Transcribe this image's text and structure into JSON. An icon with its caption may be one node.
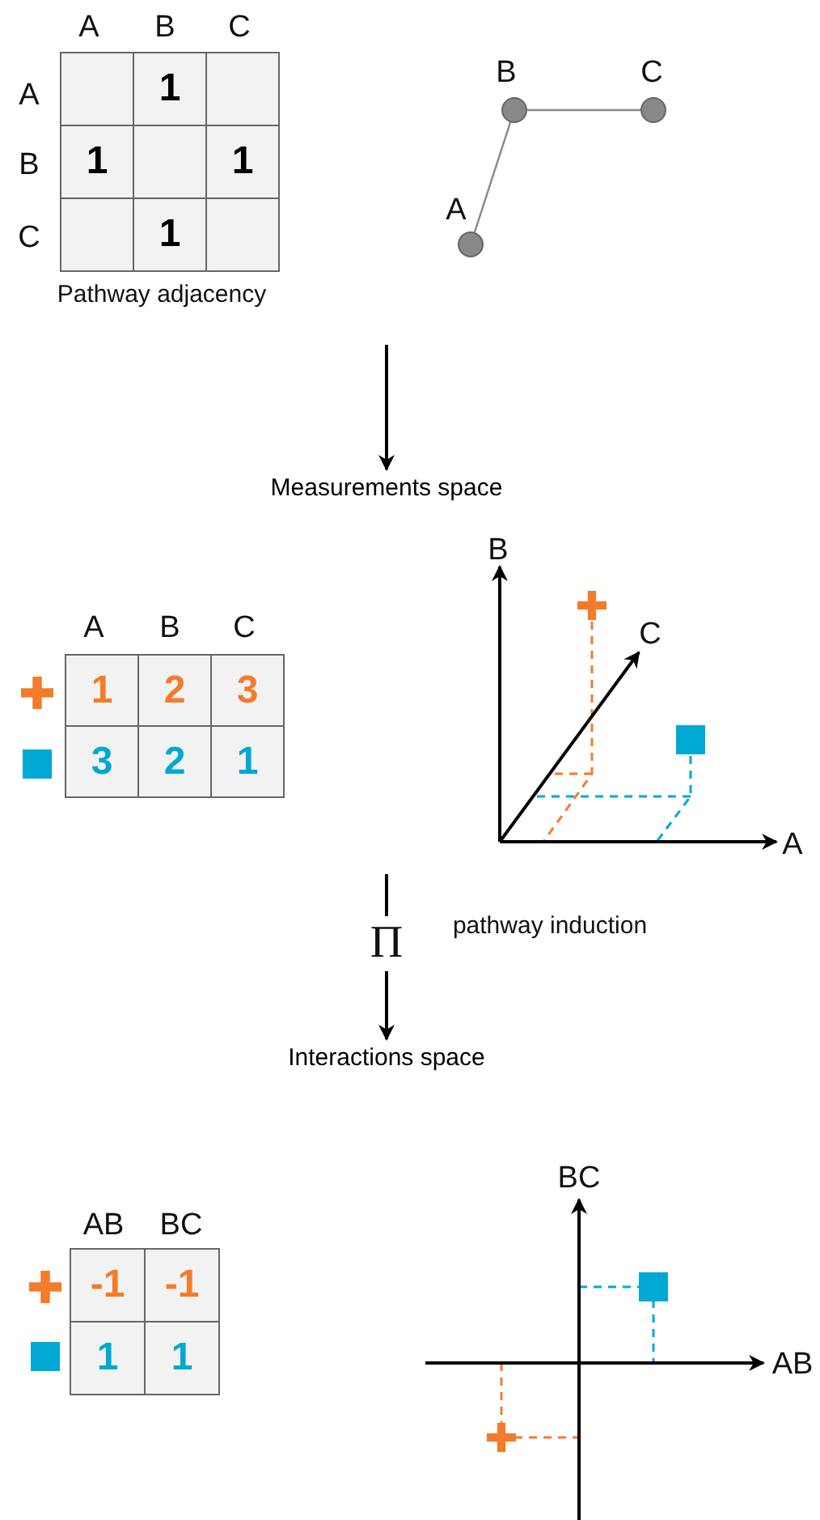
{
  "diagram": {
    "nodes": [
      {
        "text": [
          "B"
        ]
      },
      {
        "text": [
          "C"
        ]
      },
      {
        "text": [
          "A"
        ]
      },
      {
        "text": [
          "Measurements space"
        ]
      },
      {
        "text": [
          "Interactions space"
        ]
      }
    ],
    "edges": [
      {
        "from": 0,
        "to": 1,
        "arrow": "none"
      },
      {
        "from": 0,
        "to": 2,
        "arrow": "none"
      },
      {
        "from": null,
        "to": 3,
        "arrow": "to",
        "color": "#000000"
      },
      {
        "from": null,
        "to": 4,
        "arrow": "to",
        "label": "Π",
        "color": "#000000"
      }
    ],
    "labels": [
      "A",
      "B",
      "C",
      "A",
      "1",
      "B",
      "1",
      "1",
      "C",
      "1",
      "Pathway adjacency",
      "A",
      "B",
      "C",
      "1",
      "2",
      "3",
      "3",
      "2",
      "1",
      "B",
      "C",
      "A",
      "pathway induction",
      "AB",
      "BC",
      "-1",
      "-1",
      "1",
      "1",
      "BC",
      "AB"
    ]
  }
}
